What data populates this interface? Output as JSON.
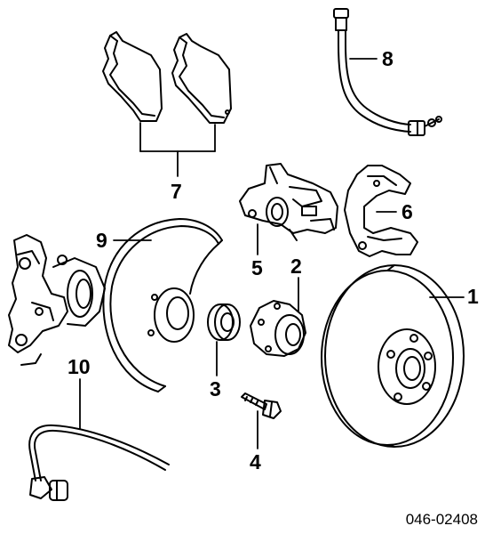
{
  "callouts": {
    "p1": "1",
    "p2": "2",
    "p3": "3",
    "p4": "4",
    "p5": "5",
    "p6": "6",
    "p7": "7",
    "p8": "8",
    "p9": "9",
    "p10": "10"
  },
  "drawing_code": "046-02408",
  "colors": {
    "ink": "#000000",
    "background": "#ffffff"
  }
}
